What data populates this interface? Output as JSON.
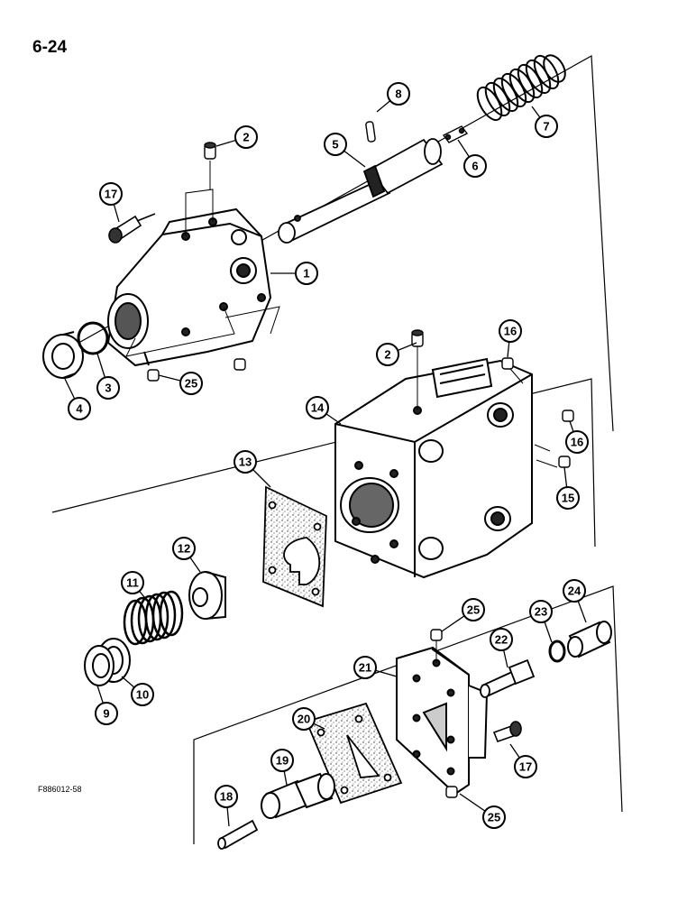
{
  "page_number": "6-24",
  "figure_id": "F886012-58",
  "callouts": [
    {
      "label": "1",
      "part": "housing"
    },
    {
      "label": "2",
      "part": "set-screw"
    },
    {
      "label": "2",
      "part": "set-screw"
    },
    {
      "label": "3",
      "part": "o-ring"
    },
    {
      "label": "4",
      "part": "seal"
    },
    {
      "label": "5",
      "part": "spool"
    },
    {
      "label": "6",
      "part": "link"
    },
    {
      "label": "7",
      "part": "spring"
    },
    {
      "label": "8",
      "part": "pin"
    },
    {
      "label": "9",
      "part": "retainer"
    },
    {
      "label": "10",
      "part": "washer"
    },
    {
      "label": "11",
      "part": "spring"
    },
    {
      "label": "12",
      "part": "spring-seat"
    },
    {
      "label": "13",
      "part": "gasket"
    },
    {
      "label": "14",
      "part": "valve-body"
    },
    {
      "label": "15",
      "part": "plug"
    },
    {
      "label": "16",
      "part": "plug"
    },
    {
      "label": "16",
      "part": "plug"
    },
    {
      "label": "17",
      "part": "cap-screw"
    },
    {
      "label": "17",
      "part": "cap-screw"
    },
    {
      "label": "18",
      "part": "pin"
    },
    {
      "label": "19",
      "part": "spool"
    },
    {
      "label": "20",
      "part": "gasket"
    },
    {
      "label": "21",
      "part": "cover"
    },
    {
      "label": "22",
      "part": "plunger"
    },
    {
      "label": "23",
      "part": "o-ring"
    },
    {
      "label": "24",
      "part": "fitting"
    },
    {
      "label": "25",
      "part": "plug"
    },
    {
      "label": "25",
      "part": "plug"
    },
    {
      "label": "25",
      "part": "plug"
    }
  ]
}
